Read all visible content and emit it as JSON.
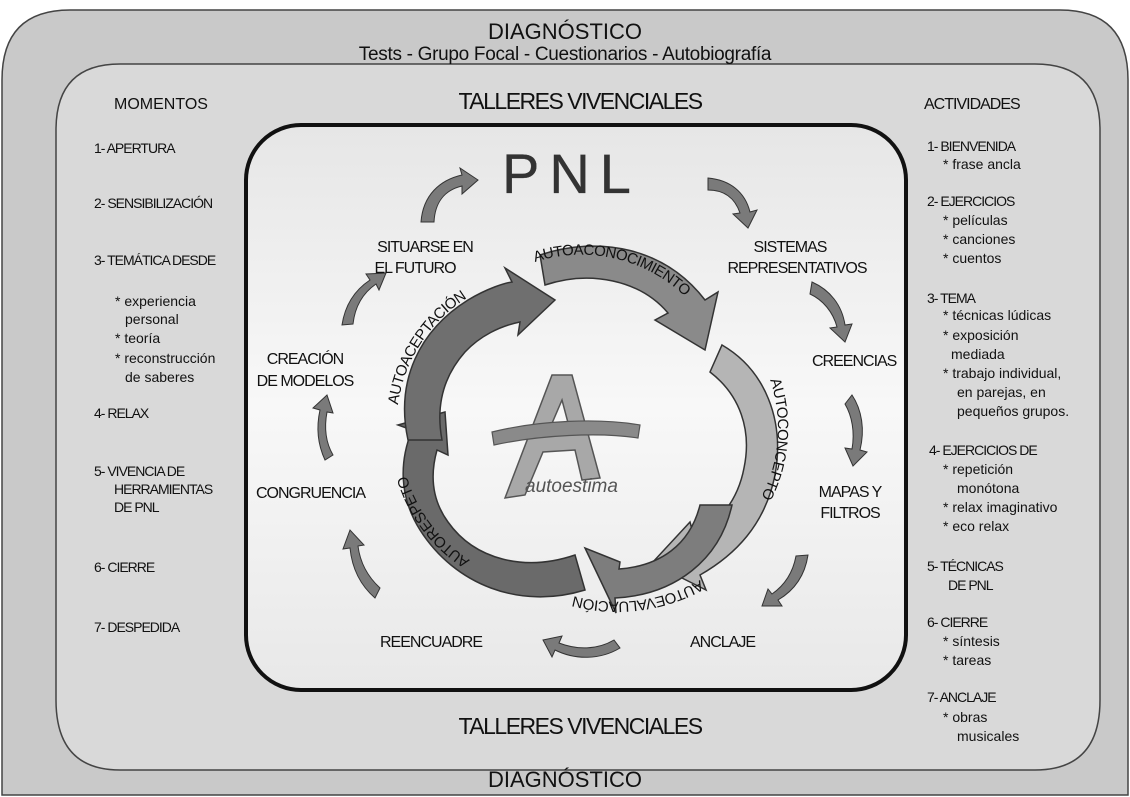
{
  "outer": {
    "top_title": "DIAGNÓSTICO",
    "top_subtitle": "Tests - Grupo Focal - Cuestionarios - Autobiografía",
    "bottom_title": "DIAGNÓSTICO"
  },
  "middle": {
    "top_title": "TALLERES VIVENCIALES",
    "bottom_title": "TALLERES VIVENCIALES"
  },
  "momentos": {
    "heading": "MOMENTOS",
    "item1": "1- APERTURA",
    "item2": "2- SENSIBILIZACIÓN",
    "item3": "3- TEMÁTICA DESDE",
    "item3_b1a": "* experiencia",
    "item3_b1b": "personal",
    "item3_b2": "* teoría",
    "item3_b3a": "* reconstrucción",
    "item3_b3b": "de saberes",
    "item4": "4- RELAX",
    "item5a": "5- VIVENCIA DE",
    "item5b": "HERRAMIENTAS",
    "item5c": "DE PNL",
    "item6": "6- CIERRE",
    "item7": "7- DESPEDIDA"
  },
  "actividades": {
    "heading": "ACTIVIDADES",
    "a1": "1- BIENVENIDA",
    "a1_b1": "* frase ancla",
    "a2": "2- EJERCICIOS",
    "a2_b1": "* películas",
    "a2_b2": "* canciones",
    "a2_b3": "* cuentos",
    "a3": "3- TEMA",
    "a3_b1": "* técnicas lúdicas",
    "a3_b2a": "* exposición",
    "a3_b2b": "mediada",
    "a3_b3a": "* trabajo individual,",
    "a3_b3b": "en parejas, en",
    "a3_b3c": "pequeños grupos.",
    "a4": "4- EJERCICIOS DE",
    "a4_b1a": "* repetición",
    "a4_b1b": "monótona",
    "a4_b2": "* relax imaginativo",
    "a4_b3": "* eco relax",
    "a5a": "5- TÉCNICAS",
    "a5b": "DE PNL",
    "a6": "6- CIERRE",
    "a6_b1": "* síntesis",
    "a6_b2": "* tareas",
    "a7": "7- ANCLAJE",
    "a7_b1a": "* obras",
    "a7_b1b": "musicales"
  },
  "center": {
    "pnl": "PNL",
    "situarse_a": "SITUARSE EN",
    "situarse_b": "EL FUTURO",
    "sistemas_a": "SISTEMAS",
    "sistemas_b": "REPRESENTATIVOS",
    "creencias": "CREENCIAS",
    "mapas_a": "MAPAS Y",
    "mapas_b": "FILTROS",
    "anclaje": "ANCLAJE",
    "reencuadre": "REENCUADRE",
    "congruencia": "CONGRUENCIA",
    "creacion_a": "CREACIÓN",
    "creacion_b": "DE MODELOS",
    "logo_letter": "A",
    "logo_word": "autoestima",
    "arc_autoconocimiento": "AUTOACONOCIMIENTO",
    "arc_autoconcepto": "AUTOCONCEPTO",
    "arc_autoevaluacion": "AUTOEVALUACIÓN",
    "arc_autorespeto": "AUTORESPETO",
    "arc_autoaceptacion": "AUTOACEPTACIÓN"
  },
  "colors": {
    "outer_fill": "#c8c8c8",
    "middle_fill": "#dadada",
    "inner_fill": "#f4f4f4",
    "arrow_dark": "#6e6e6e",
    "arrow_mid": "#8c8c8c",
    "arrow_light": "#b2b2b2"
  }
}
